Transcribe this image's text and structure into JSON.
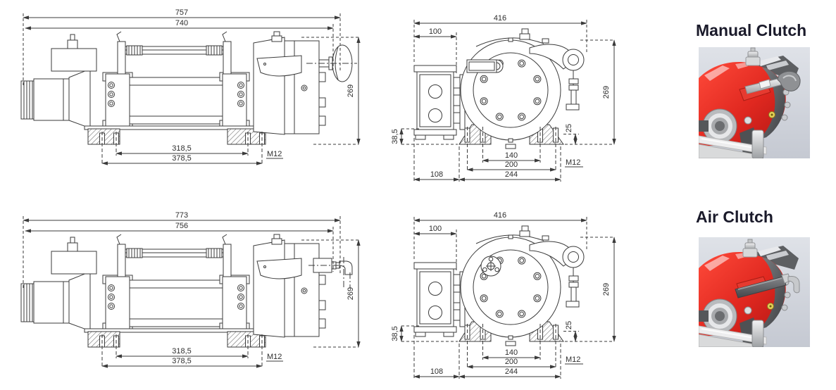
{
  "colors": {
    "accent_red": "#e23128",
    "drawing_line": "#3b3b3b",
    "photo_background": "#d7dae1",
    "title_text": "#1a1a2a"
  },
  "sections": {
    "manual": {
      "label": "Manual Clutch",
      "side_view": {
        "dims": {
          "total": "757",
          "body": "740",
          "height": "269",
          "feet_inner": "318,5",
          "feet_outer": "378,5",
          "thread": "M12"
        }
      },
      "front_view": {
        "dims": {
          "total": "416",
          "motor": "100",
          "height": "269",
          "base": "38,5",
          "pad": "25",
          "holes_inner": "140",
          "holes_mid": "200",
          "holes_outer": "244",
          "overhang": "108",
          "thread": "M12"
        }
      }
    },
    "air": {
      "label": "Air Clutch",
      "side_view": {
        "dims": {
          "total": "773",
          "body": "756",
          "height": "269",
          "feet_inner": "318,5",
          "feet_outer": "378,5",
          "thread": "M12"
        }
      },
      "front_view": {
        "dims": {
          "total": "416",
          "motor": "100",
          "height": "269",
          "base": "38,5",
          "pad": "25",
          "holes_inner": "140",
          "holes_mid": "200",
          "holes_outer": "244",
          "overhang": "108",
          "thread": "M12"
        }
      }
    }
  }
}
